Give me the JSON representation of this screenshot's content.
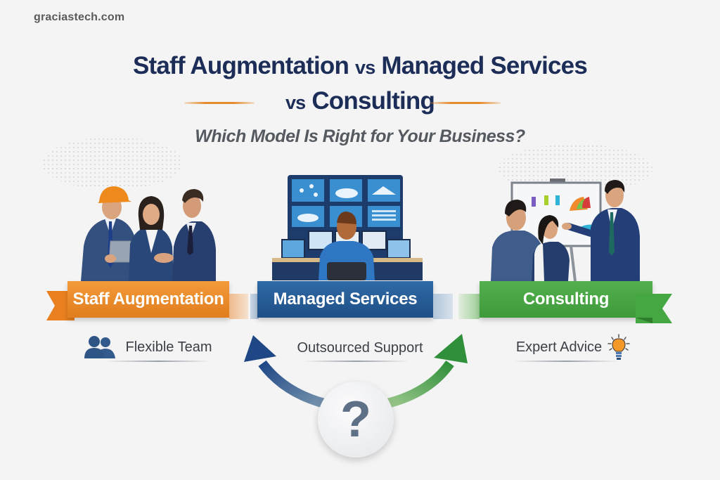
{
  "site": {
    "label": "graciastech.com"
  },
  "header": {
    "title_part1": "Staff Augmentation",
    "title_vs1": "vs",
    "title_part2": "Managed Services",
    "title_vs2": "vs",
    "title_part3": "Consulting",
    "subtitle": "Which Model Is Right for Your Business?"
  },
  "models": [
    {
      "name": "Staff Augmentation",
      "feature": "Flexible Team",
      "feature_icon": "users-icon",
      "illustration": "team-handshake-illustration",
      "color": "#e8842a"
    },
    {
      "name": "Managed Services",
      "feature": "Outsourced Support",
      "feature_icon": "none",
      "illustration": "monitoring-desk-illustration",
      "color": "#27609c"
    },
    {
      "name": "Consulting",
      "feature": "Expert Advice",
      "feature_icon": "lightbulb-icon",
      "illustration": "presentation-illustration",
      "color": "#48a545"
    }
  ],
  "decision": {
    "symbol": "?"
  },
  "colors": {
    "title": "#1c2d57",
    "accent_line": "#e68a2e",
    "background": "#f4f4f5"
  }
}
